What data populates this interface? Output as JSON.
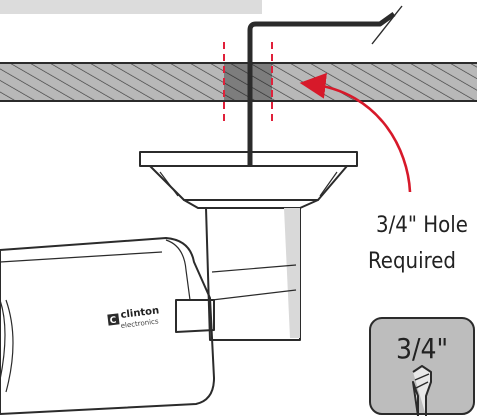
{
  "annotation": {
    "line1": "3/4\" Hole",
    "line2": "Required",
    "arrow_color": "#d7192a"
  },
  "badge": {
    "label": "3/4\"",
    "icon": "drill-bit-icon"
  },
  "camera": {
    "brand_name": "clinton",
    "brand_sub": "electronics",
    "brand_mark": "C"
  },
  "colors": {
    "mount_top": "#efefef",
    "mount_shadow": "#d6d6d6",
    "ceiling_fill": "#b3b3b3",
    "guide_dash": "#e0203a",
    "badge_fill": "#bdbdbd"
  }
}
